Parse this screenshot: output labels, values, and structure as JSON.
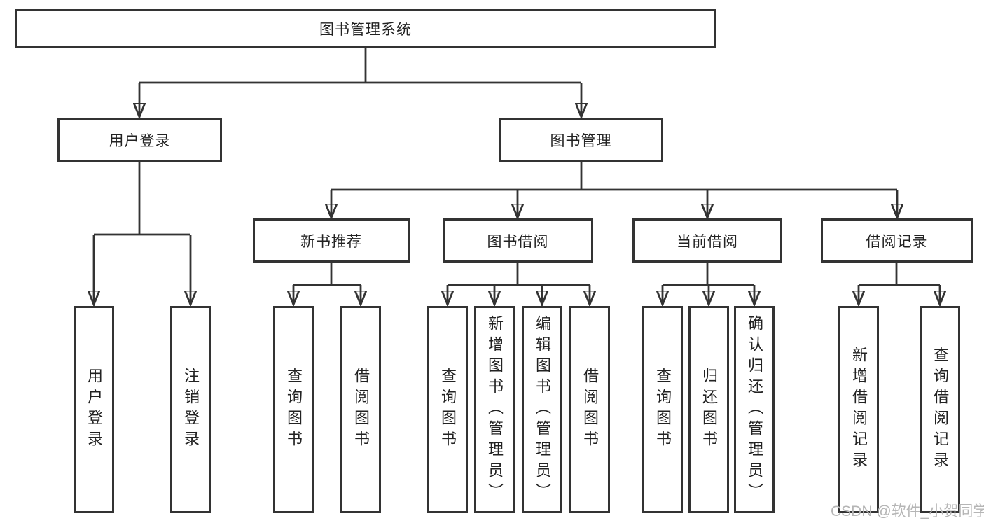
{
  "tree": {
    "root": {
      "label": "图书管理系统",
      "children": [
        {
          "label": "用户登录",
          "children": [
            {
              "label": "用户登录"
            },
            {
              "label": "注销登录"
            }
          ]
        },
        {
          "label": "图书管理",
          "children": [
            {
              "label": "新书推荐",
              "children": [
                {
                  "label": "查询图书"
                },
                {
                  "label": "借阅图书"
                }
              ]
            },
            {
              "label": "图书借阅",
              "children": [
                {
                  "label": "查询图书"
                },
                {
                  "label": "新增图书（管理员）"
                },
                {
                  "label": "编辑图书（管理员）"
                },
                {
                  "label": "借阅图书"
                }
              ]
            },
            {
              "label": "当前借阅",
              "children": [
                {
                  "label": "查询图书"
                },
                {
                  "label": "归还图书"
                },
                {
                  "label": "确认归还（管理员）"
                }
              ]
            },
            {
              "label": "借阅记录",
              "children": [
                {
                  "label": "新增借阅记录"
                },
                {
                  "label": "查询借阅记录"
                }
              ]
            }
          ]
        }
      ]
    }
  },
  "watermark": {
    "text": "CSDN @软件_小贺同学"
  },
  "colors": {
    "line": "#333333",
    "box_border": "#333333",
    "text": "#222222",
    "background": "#ffffff",
    "watermark": "#b5b5b5"
  }
}
